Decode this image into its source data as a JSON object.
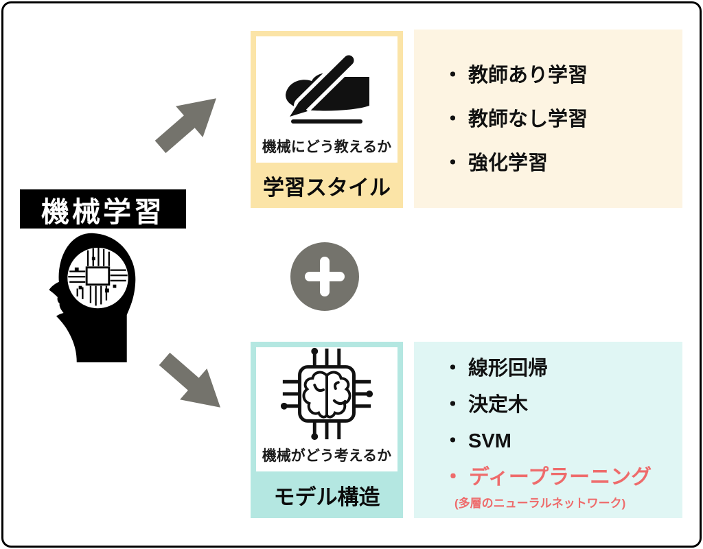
{
  "root": {
    "label": "機械学習"
  },
  "bullet_char": "・",
  "plus_symbol": "+",
  "branches": {
    "top": {
      "caption": "機械にどう教えるか",
      "label": "学習スタイル",
      "items": [
        "教師あり学習",
        "教師なし学習",
        "強化学習"
      ]
    },
    "bottom": {
      "caption": "機械がどう考えるか",
      "label": "モデル構造",
      "items": [
        "線形回帰",
        "決定木",
        "SVM"
      ],
      "highlight": {
        "item": "ディープラーニング",
        "note": "(多層のニューラルネットワーク)"
      }
    }
  },
  "icons": [
    "head-circuit-icon",
    "arrow-up-right-icon",
    "arrow-down-right-icon",
    "plus-icon",
    "writing-hand-icon",
    "chip-brain-icon"
  ],
  "colors": {
    "yellow_accent": "#fbe4a7",
    "yellow_panel": "#fdf4e2",
    "teal_accent": "#b4e7e1",
    "teal_panel": "#e0f6f4",
    "gray": "#74736c",
    "highlight_red": "#ee6b6b",
    "black": "#000000",
    "white": "#ffffff"
  }
}
